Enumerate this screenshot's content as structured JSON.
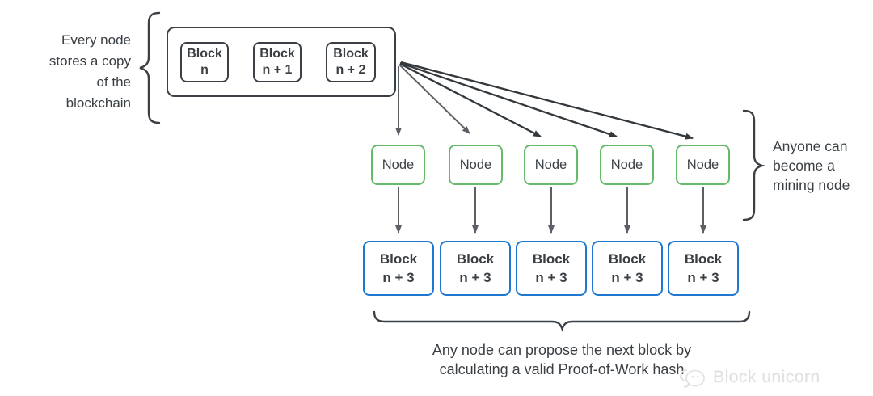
{
  "annotations": {
    "left": {
      "line1": "Every node",
      "line2": "stores a copy",
      "line3": "of the",
      "line4": "blockchain"
    },
    "right": {
      "line1": "Anyone can",
      "line2": "become a",
      "line3": "mining node"
    },
    "bottom": {
      "line1": "Any node can propose the next block by",
      "line2": "calculating a valid Proof-of-Work hash"
    }
  },
  "chain_blocks": [
    {
      "line1": "Block",
      "line2": "n"
    },
    {
      "line1": "Block",
      "line2": "n + 1"
    },
    {
      "line1": "Block",
      "line2": "n + 2"
    }
  ],
  "nodes": [
    {
      "label": "Node"
    },
    {
      "label": "Node"
    },
    {
      "label": "Node"
    },
    {
      "label": "Node"
    },
    {
      "label": "Node"
    }
  ],
  "mined_blocks": [
    {
      "line1": "Block",
      "line2": "n + 3"
    },
    {
      "line1": "Block",
      "line2": "n + 3"
    },
    {
      "line1": "Block",
      "line2": "n + 3"
    },
    {
      "line1": "Block",
      "line2": "n + 3"
    },
    {
      "line1": "Block",
      "line2": "n + 3"
    }
  ],
  "watermark": {
    "label": "Block unicorn"
  },
  "colors": {
    "outline": "#3a4045",
    "arrow": "#33383c",
    "arrow_gray": "#5c6065",
    "green": "#66bb6a",
    "blue": "#1e78d2",
    "text": "#3a3f44",
    "watermark": "#e0e0e0"
  }
}
